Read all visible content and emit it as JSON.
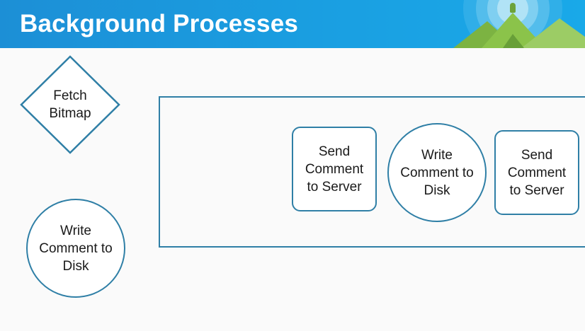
{
  "header": {
    "title": "Background Processes"
  },
  "diagram": {
    "fetch_bitmap": {
      "line1": "Fetch",
      "line2": "Bitmap"
    },
    "write_comment_left": {
      "line1": "Write",
      "line2": "Comment to",
      "line3": "Disk"
    },
    "queue": {
      "send_comment_1": {
        "line1": "Send",
        "line2": "Comment",
        "line3": "to Server"
      },
      "write_comment": {
        "line1": "Write",
        "line2": "Comment to",
        "line3": "Disk"
      },
      "send_comment_2": {
        "line1": "Send",
        "line2": "Comment",
        "line3": "to Server"
      }
    }
  },
  "colors": {
    "header_bg": "#1aa0e2",
    "shape_stroke": "#2f7fa6",
    "text": "#1a1a1a"
  }
}
